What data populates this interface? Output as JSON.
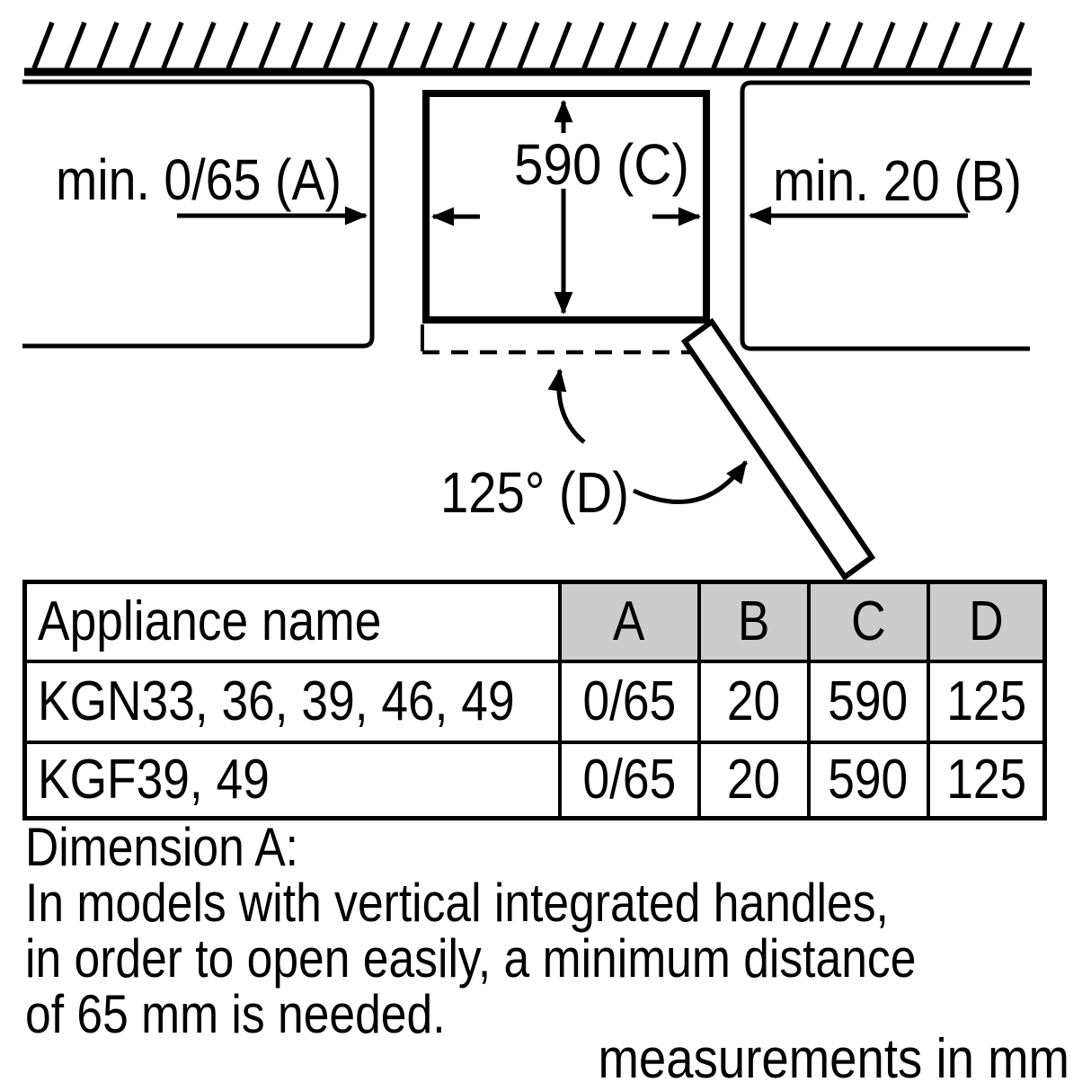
{
  "diagram": {
    "label_a": "min. 0/65 (A)",
    "label_b": "min. 20 (B)",
    "label_c": "590 (C)",
    "label_d": "125° (D)"
  },
  "table": {
    "headers": [
      "Appliance name",
      "A",
      "B",
      "C",
      "D"
    ],
    "rows": [
      {
        "name": "KGN33, 36, 39, 46, 49",
        "values": [
          "0/65",
          "20",
          "590",
          "125"
        ]
      },
      {
        "name": "KGF39, 49",
        "values": [
          "0/65",
          "20",
          "590",
          "125"
        ]
      }
    ]
  },
  "notes": {
    "title": "Dimension A:",
    "line1": "In models with vertical integrated handles,",
    "line2": "in order to open easily, a minimum distance",
    "line3": "of 65 mm is needed."
  },
  "footer": "measurements in mm",
  "colors": {
    "ink": "#000000",
    "background": "#ffffff",
    "table_header_bg": "#cccccc"
  }
}
